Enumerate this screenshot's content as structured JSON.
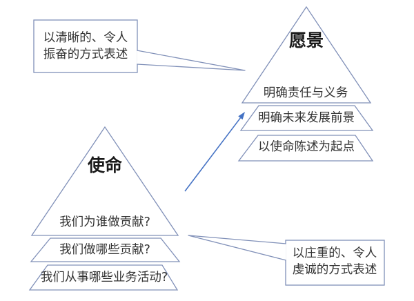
{
  "diagram": {
    "background": "#ffffff",
    "colors": {
      "outline": "#8090b8",
      "arrow": "#4472c4",
      "title_text": "#1a1a1a",
      "body_text": "#333333"
    },
    "vision": {
      "title": "愿景",
      "levels": [
        "明确责任与义务",
        "明确未来发展前景",
        "以使命陈述为起点"
      ]
    },
    "mission": {
      "title": "使命",
      "levels": [
        "我们为谁做贡献?",
        "我们做哪些贡献?",
        "我们从事哪些业务活动?"
      ]
    },
    "vision_callout": {
      "line1": "以清晰的、令人",
      "line2": "振奋的方式表述"
    },
    "mission_callout": {
      "line1": "以庄重的、令人",
      "line2": "虔诚的方式表述"
    }
  }
}
